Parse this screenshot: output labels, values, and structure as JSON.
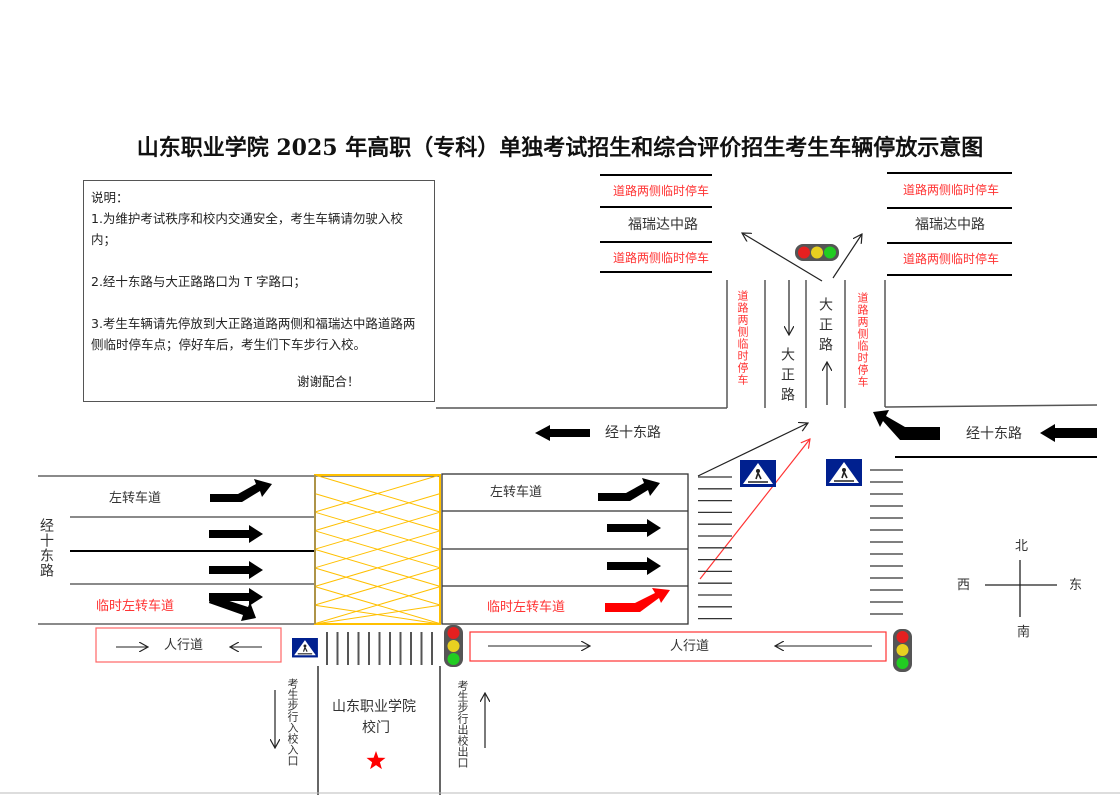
{
  "title": "山东职业学院 2025 年高职（专科）单独考试招生和综合评价招生考生车辆停放示意图",
  "note": {
    "heading": "说明：",
    "item1": "1.为维护考试秩序和校内交通安全，考生车辆请勿驶入校内；",
    "item2": "2.经十东路与大正路路口为 T 字路口；",
    "item3": "3.考生车辆请先停放到大正路道路两侧和福瑞达中路道路两侧临时停车点；停好车后，考生们下车步行入校。",
    "thanks": "谢谢配合！"
  },
  "roads": {
    "furuida": "福瑞达中路",
    "dazheng": "大正路",
    "jingshi": "经十东路",
    "parking": "道路两侧临时停车"
  },
  "lanes": {
    "left_turn": "左转车道",
    "temp_left_turn": "临时左转车道"
  },
  "sidewalk": "人行道",
  "school": {
    "name": "山东职业学院",
    "gate": "校门"
  },
  "walk_in": "考生步行入校入口",
  "walk_out": "考生步行出校出口",
  "compass": {
    "north": "北",
    "south": "南",
    "west": "西",
    "east": "东"
  },
  "colors": {
    "red": "#ff3333",
    "yellow": "#ffc000",
    "sign_blue": "#00208f"
  }
}
